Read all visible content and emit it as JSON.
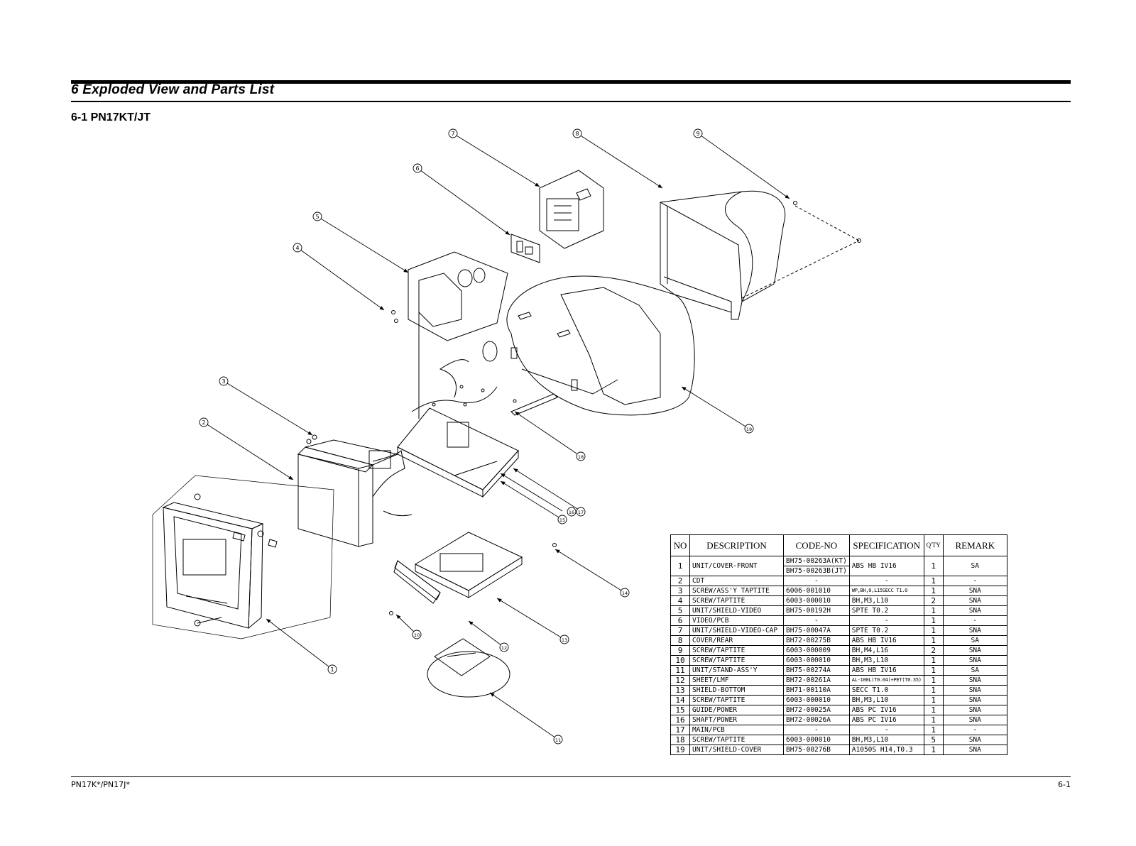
{
  "header": {
    "title": "6 Exploded View  and Parts List",
    "subtitle": "6-1 PN17KT/JT"
  },
  "callouts": [
    "1",
    "2",
    "3",
    "4",
    "5",
    "6",
    "7",
    "8",
    "9",
    "10",
    "11",
    "12",
    "13",
    "14",
    "15",
    "16",
    "17",
    "18",
    "19"
  ],
  "table": {
    "headers": [
      "NO",
      "DESCRIPTION",
      "CODE-NO",
      "SPECIFICATION",
      "Q'TY",
      "REMARK"
    ],
    "rows": [
      {
        "no": "1",
        "desc": "UNIT/COVER-FRONT",
        "code": "BH75-00263A(KT)",
        "code2": "BH75-00263B(JT)",
        "spec": "ABS HB IV16",
        "qty": "1",
        "remark": "SA"
      },
      {
        "no": "2",
        "desc": "CDT",
        "code": "-",
        "spec": "-",
        "qty": "1",
        "remark": "-"
      },
      {
        "no": "3",
        "desc": "SCREW/ASS'Y TAPTITE",
        "code": "6006-001010",
        "spec": "WP,BH,0,L15SECC T1.0",
        "qty": "1",
        "remark": "SNA"
      },
      {
        "no": "4",
        "desc": "SCREW/TAPTITE",
        "code": "6003-000010",
        "spec": "BH,M3,L10",
        "qty": "2",
        "remark": "SNA"
      },
      {
        "no": "5",
        "desc": "UNIT/SHIELD-VIDEO",
        "code": "BH75-00192H",
        "spec": "SPTE T0.2",
        "qty": "1",
        "remark": "SNA"
      },
      {
        "no": "6",
        "desc": "VIDEO/PCB",
        "code": "-",
        "spec": "-",
        "qty": "1",
        "remark": "-"
      },
      {
        "no": "7",
        "desc": "UNIT/SHIELD-VIDEO-CAP",
        "code": "BH75-00047A",
        "spec": "SPTE T0.2",
        "qty": "1",
        "remark": "SNA"
      },
      {
        "no": "8",
        "desc": "COVER/REAR",
        "code": "BH72-00275B",
        "spec": "ABS HB IV16",
        "qty": "1",
        "remark": "SA"
      },
      {
        "no": "9",
        "desc": "SCREW/TAPTITE",
        "code": "6003-000009",
        "spec": "BH,M4,L16",
        "qty": "2",
        "remark": "SNA"
      },
      {
        "no": "10",
        "desc": "SCREW/TAPTITE",
        "code": "6003-000010",
        "spec": "BH,M3,L10",
        "qty": "1",
        "remark": "SNA"
      },
      {
        "no": "11",
        "desc": "UNIT/STAND-ASS'Y",
        "code": "BH75-00274A",
        "spec": "ABS HB IV16",
        "qty": "1",
        "remark": "SA"
      },
      {
        "no": "12",
        "desc": "SHEET/LMF",
        "code": "BH72-00261A",
        "spec": "AL-100L(T0.04)+PET(T0.35)",
        "qty": "1",
        "remark": "SNA"
      },
      {
        "no": "13",
        "desc": "SHIELD-BOTTOM",
        "code": "BH71-00110A",
        "spec": "SECC T1.0",
        "qty": "1",
        "remark": "SNA"
      },
      {
        "no": "14",
        "desc": "SCREW/TAPTITE",
        "code": "6003-000010",
        "spec": "BH,M3,L10",
        "qty": "1",
        "remark": "SNA"
      },
      {
        "no": "15",
        "desc": "GUIDE/POWER",
        "code": "BH72-00025A",
        "spec": "ABS PC IV16",
        "qty": "1",
        "remark": "SNA"
      },
      {
        "no": "16",
        "desc": "SHAFT/POWER",
        "code": "BH72-00026A",
        "spec": "ABS PC IV16",
        "qty": "1",
        "remark": "SNA"
      },
      {
        "no": "17",
        "desc": "MAIN/PCB",
        "code": "-",
        "spec": "-",
        "qty": "1",
        "remark": "-"
      },
      {
        "no": "18",
        "desc": "SCREW/TAPTITE",
        "code": "6003-000010",
        "spec": "BH,M3,L10",
        "qty": "5",
        "remark": "SNA"
      },
      {
        "no": "19",
        "desc": "UNIT/SHIELD-COVER",
        "code": "BH75-00276B",
        "spec": "A1050S H14,T0.3",
        "qty": "1",
        "remark": "SNA"
      }
    ]
  },
  "footer": {
    "model": "PN17K*/PN17J*",
    "page": "6-1"
  }
}
